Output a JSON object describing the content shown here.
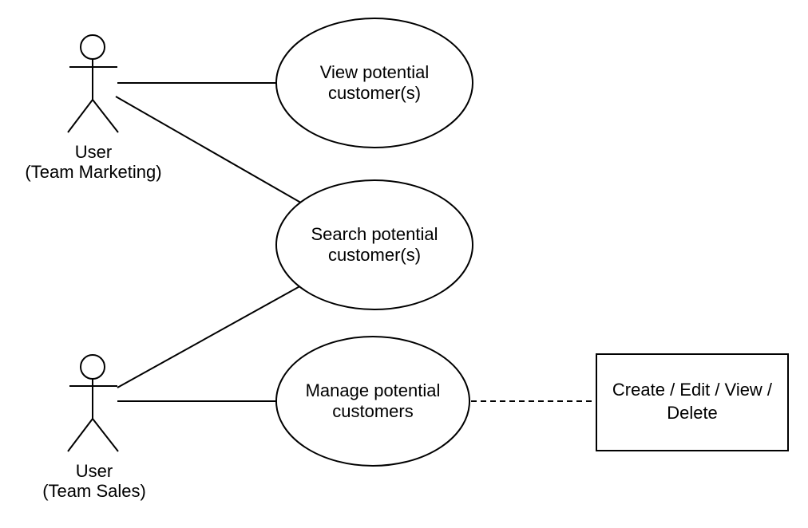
{
  "actors": [
    {
      "name": "User",
      "team": "(Team Marketing)"
    },
    {
      "name": "User",
      "team": "(Team Sales)"
    }
  ],
  "use_cases": [
    {
      "line1": "View potential",
      "line2": "customer(s)"
    },
    {
      "line1": "Search potential",
      "line2": "customer(s)"
    },
    {
      "line1": "Manage potential",
      "line2": "customers"
    }
  ],
  "crud_box": {
    "line1": "Create / Edit / View /",
    "line2": "Delete"
  },
  "connections": [
    {
      "from": "User (Team Marketing)",
      "to": "View potential customer(s)",
      "style": "solid"
    },
    {
      "from": "User (Team Marketing)",
      "to": "Search potential customer(s)",
      "style": "solid"
    },
    {
      "from": "User (Team Sales)",
      "to": "Search potential customer(s)",
      "style": "solid"
    },
    {
      "from": "User (Team Sales)",
      "to": "Manage potential customers",
      "style": "solid"
    },
    {
      "from": "Manage potential customers",
      "to": "Create / Edit / View / Delete",
      "style": "dashed"
    }
  ],
  "colors": {
    "stroke": "#000000",
    "shape_fill": "#ffffff",
    "background": "#ffffff",
    "text": "#000000"
  }
}
